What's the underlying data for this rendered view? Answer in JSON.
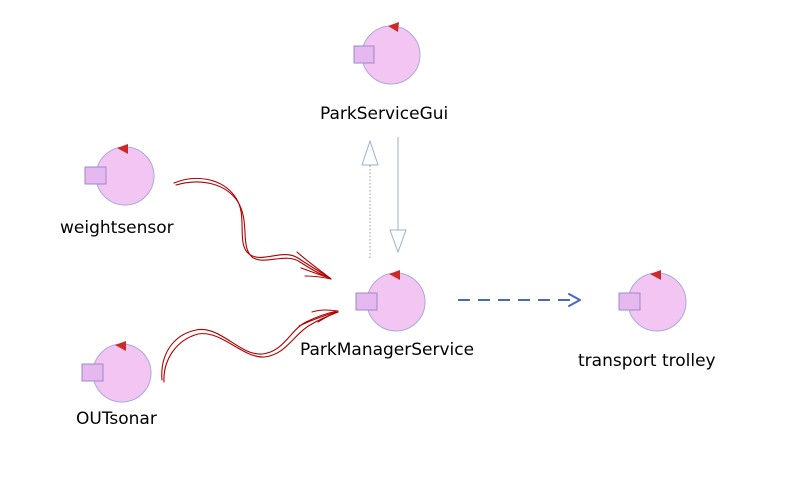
{
  "colors": {
    "actor_fill": "#f3c5f3",
    "actor_stroke": "#a9a9dd",
    "port_fill": "#e6b8f0",
    "port_stroke": "#9a8ac8",
    "marker": "#cc2a2a",
    "sketch_arrow": "#b00000",
    "gui_arrow": "#9bb0cc",
    "dispatch_arrow": "#4a67c4"
  },
  "nodes": {
    "park_service_gui": {
      "label": "ParkServiceGui",
      "icon": "actor-icon"
    },
    "weightsensor": {
      "label": "weightsensor",
      "icon": "actor-icon"
    },
    "park_manager_service": {
      "label": "ParkManagerService",
      "icon": "actor-icon"
    },
    "transport_trolley": {
      "label": "transport trolley",
      "icon": "actor-icon"
    },
    "outsonar": {
      "label": "OUTsonar",
      "icon": "actor-icon"
    }
  },
  "edges": [
    {
      "from": "weightsensor",
      "to": "park_manager_service",
      "style": "hand-drawn-arrow"
    },
    {
      "from": "outsonar",
      "to": "park_manager_service",
      "style": "hand-drawn-arrow"
    },
    {
      "from": "park_manager_service",
      "to": "park_service_gui",
      "style": "dotted-open-arrow"
    },
    {
      "from": "park_service_gui",
      "to": "park_manager_service",
      "style": "solid-open-arrow"
    },
    {
      "from": "park_manager_service",
      "to": "transport_trolley",
      "style": "dashed-arrow"
    }
  ]
}
